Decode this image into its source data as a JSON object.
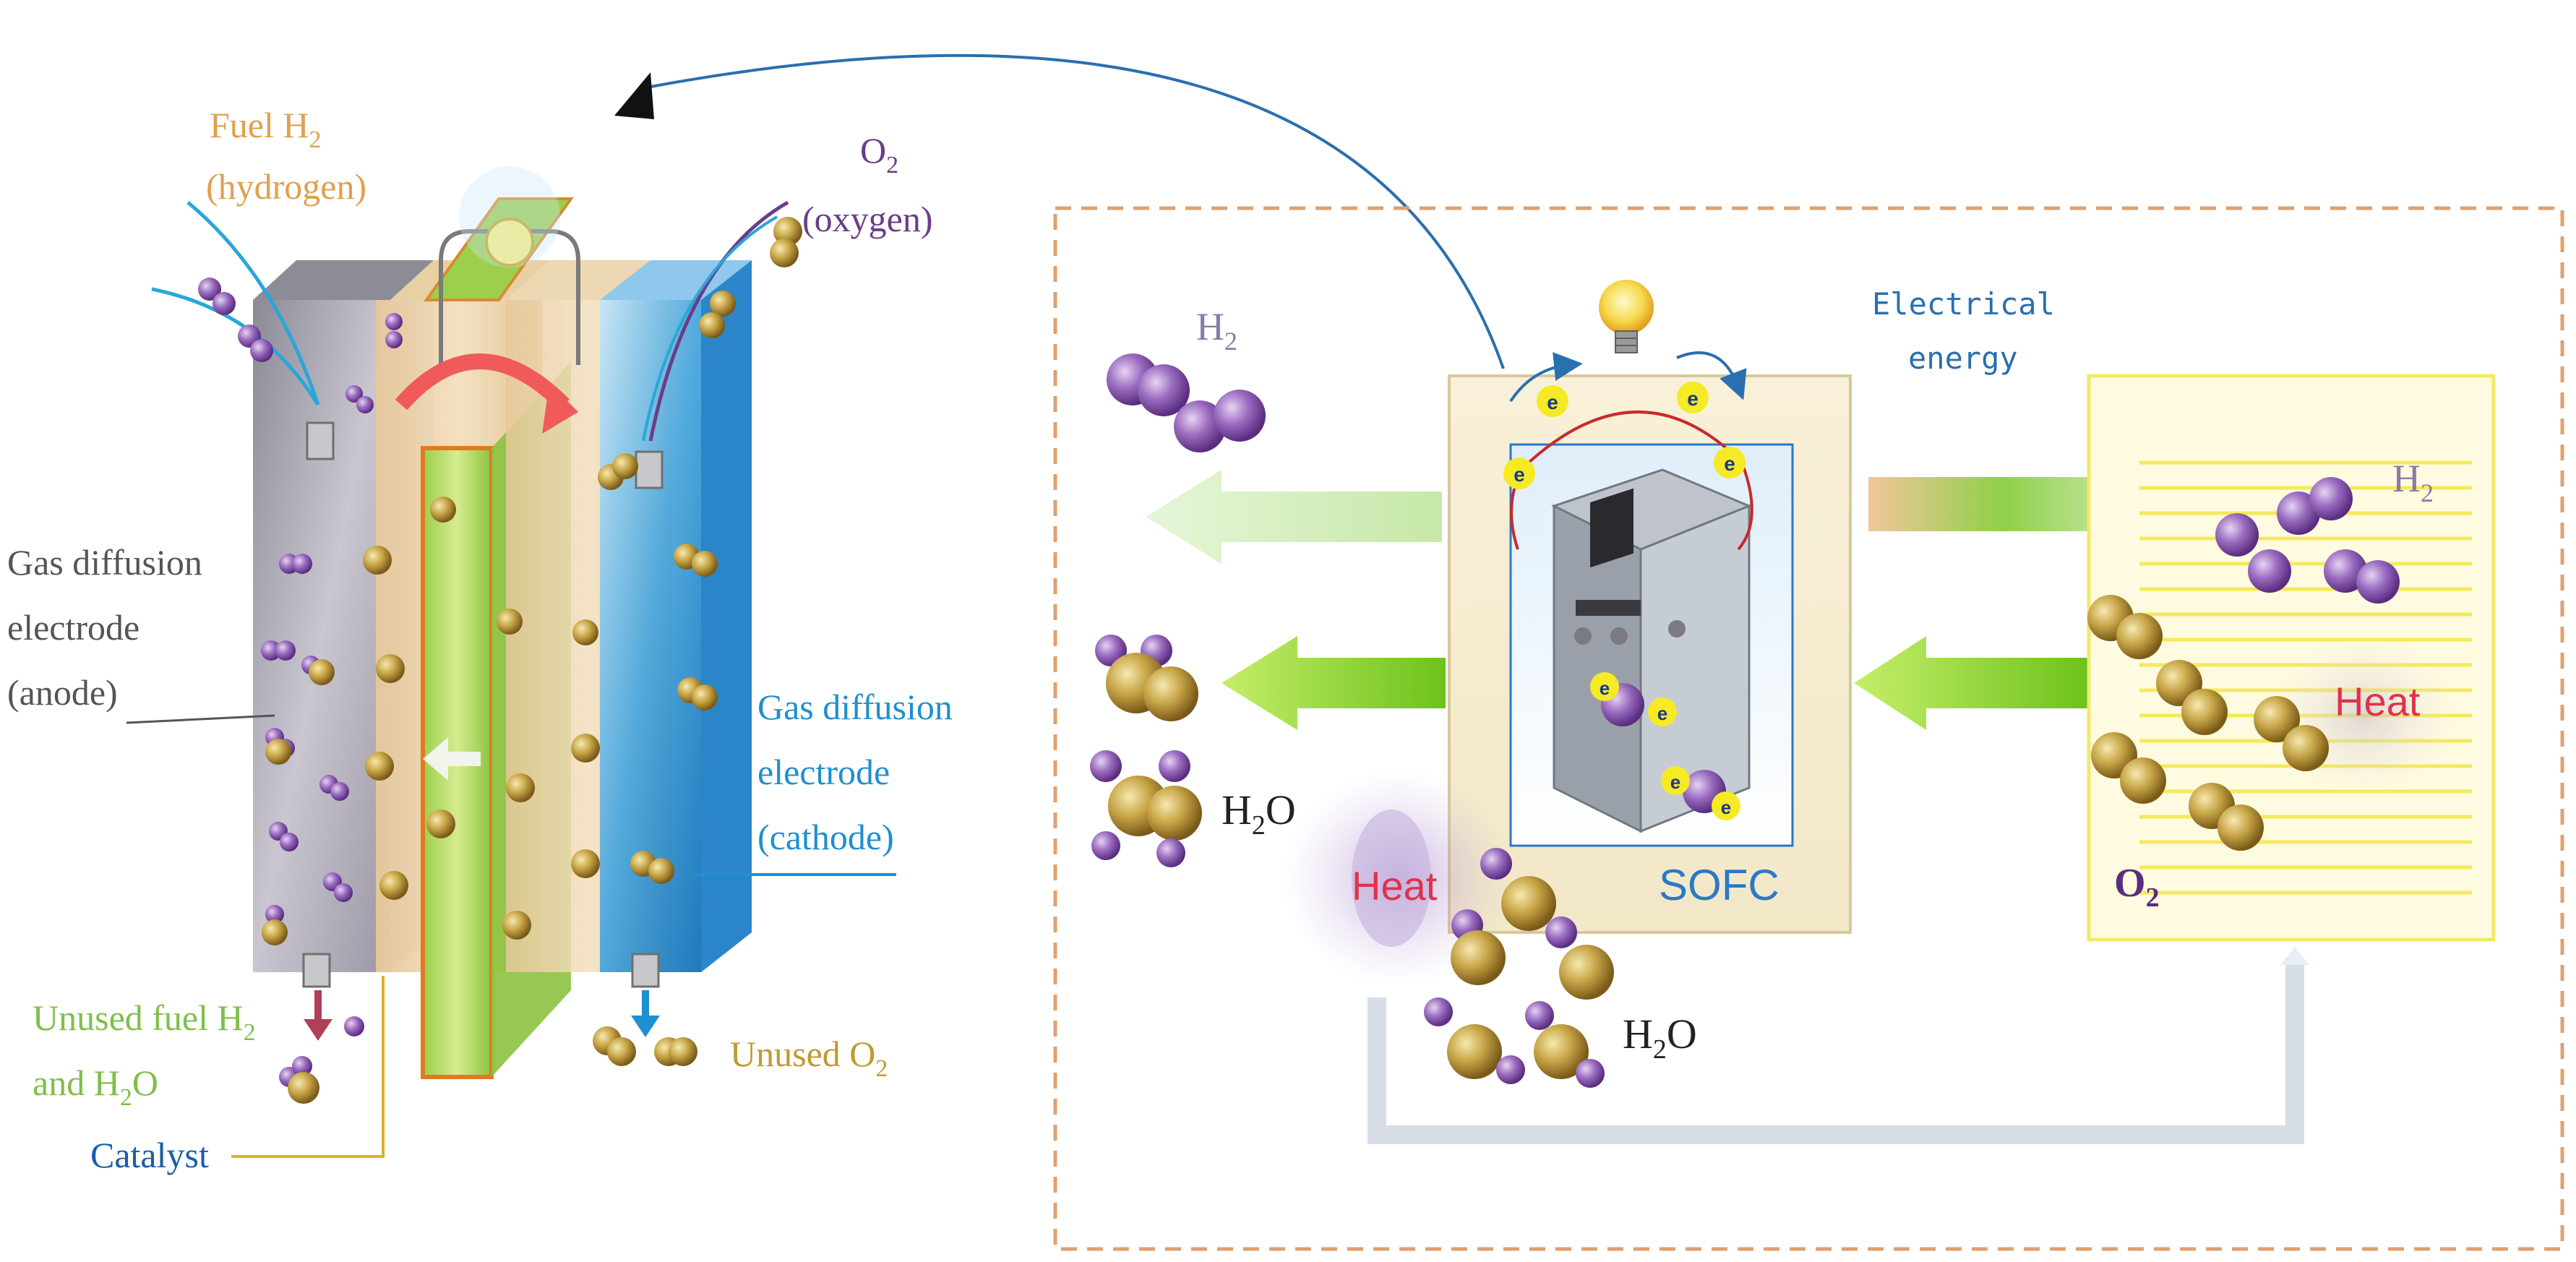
{
  "left_panel": {
    "fuel_label_1": "Fuel H",
    "fuel_label_sub": "2",
    "fuel_label_2": "(hydrogen)",
    "oxygen_label_1": "O",
    "oxygen_label_sub": "2",
    "oxygen_label_2": "(oxygen)",
    "anode_label_1": "Gas diffusion",
    "anode_label_2": "electrode",
    "anode_label_3": "(anode)",
    "cathode_label_1": "Gas diffusion",
    "cathode_label_2": "electrode",
    "cathode_label_3": "(cathode)",
    "unused_fuel_1": "Unused fuel H",
    "unused_fuel_sub": "2",
    "unused_fuel_2a": "and H",
    "unused_fuel_2sub": "2",
    "unused_fuel_2b": "O",
    "unused_o2": "Unused O",
    "unused_o2_sub": "2",
    "catalyst": "Catalyst"
  },
  "right_panel": {
    "h2_top_left": "H",
    "h2_top_left_sub": "2",
    "h2o_left": "H",
    "h2o_left_sub": "2",
    "h2o_left_o": "O",
    "h2o_bottom": "H",
    "h2o_bottom_sub": "2",
    "h2o_bottom_o": "O",
    "electrical_energy_1": "Electrical",
    "electrical_energy_2": "energy",
    "electron_symbol": "e",
    "sofc_label": "SOFC",
    "heat_left": "Heat",
    "heat_right": "Heat",
    "h2_right": "H",
    "h2_right_sub": "2",
    "o2_right": "O",
    "o2_right_sub": "2"
  },
  "colors": {
    "fuel_orange": "#e0a050",
    "oxygen_purple": "#6a3d8a",
    "cathode_blue": "#1e8fd0",
    "unused_green": "#7fbf4a",
    "catalyst_blue": "#1a5fa8",
    "heat_red": "#e0324a",
    "sofc_blue": "#2a78c8",
    "dashed_orange": "#e0a070",
    "arrow_green": "#8fd22a"
  }
}
